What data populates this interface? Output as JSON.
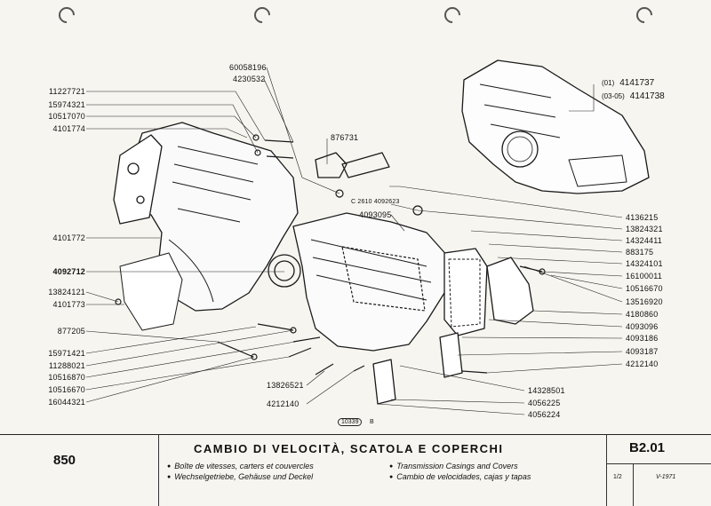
{
  "page": {
    "model": "850",
    "title": "CAMBIO DI VELOCITÀ, SCATOLA E COPERCHI",
    "subtitles": [
      "Boîte de vitesses, carters et couvercles",
      "Wechselgetriebe, Gehäuse und Deckel",
      "Transmission Casings and Covers",
      "Cambio de velocidades, cajas y tapas"
    ],
    "table_code": "B2.01",
    "page_ref": "1/2",
    "date_ref": "V-1971",
    "drawing_number": "10339",
    "drawing_suffix": "B"
  },
  "assembly": {
    "variants": [
      {
        "note": "(01)",
        "part": "4141737"
      },
      {
        "note": "(03-05)",
        "part": "4141738"
      }
    ]
  },
  "callouts_left": [
    {
      "part": "11227721",
      "bold": false
    },
    {
      "part": "15974321",
      "bold": false
    },
    {
      "part": "10517070",
      "bold": false
    },
    {
      "part": "4101774",
      "bold": false
    },
    {
      "part": "4101772",
      "bold": false
    },
    {
      "part": "4092712",
      "bold": true
    },
    {
      "part": "13824121",
      "bold": false
    },
    {
      "part": "4101773",
      "bold": false
    },
    {
      "part": "877205",
      "bold": false
    },
    {
      "part": "15971421",
      "bold": false
    },
    {
      "part": "11288021",
      "bold": false
    },
    {
      "part": "10516870",
      "bold": false
    },
    {
      "part": "10516670",
      "bold": false
    },
    {
      "part": "16044321",
      "bold": false
    }
  ],
  "callouts_top": [
    {
      "part": "60058196"
    },
    {
      "part": "4230532"
    },
    {
      "part": "876731"
    },
    {
      "part": "C 2610 4092623"
    },
    {
      "part": "4093095"
    }
  ],
  "callouts_right": [
    {
      "part": "4136215"
    },
    {
      "part": "13824321"
    },
    {
      "part": "14324411"
    },
    {
      "part": "883175"
    },
    {
      "part": "14324101"
    },
    {
      "part": "16100011"
    },
    {
      "part": "10516670"
    },
    {
      "part": "13516920"
    },
    {
      "part": "4180860"
    },
    {
      "part": "4093096"
    },
    {
      "part": "4093186"
    },
    {
      "part": "4093187"
    },
    {
      "part": "4212140"
    }
  ],
  "callouts_bottom": [
    {
      "part": "13826521"
    },
    {
      "part": "4212140"
    },
    {
      "part": "14328501"
    },
    {
      "part": "4056225"
    },
    {
      "part": "4056224"
    }
  ]
}
